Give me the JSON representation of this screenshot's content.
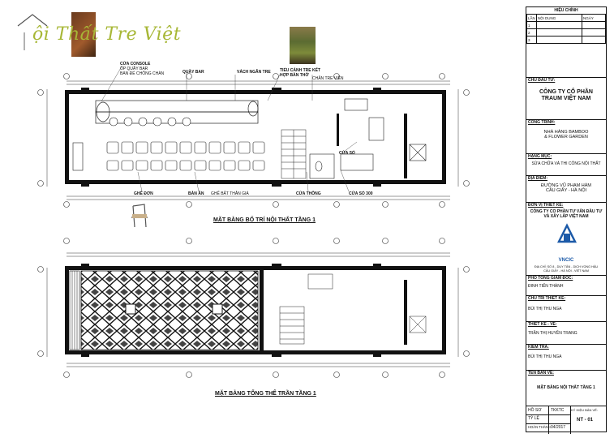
{
  "logo": {
    "text": "ội Thất Tre Việt",
    "icon": "bamboo-house-icon"
  },
  "plan1": {
    "title": "MẶT BẰNG BỐ TRÍ NỘI THẤT TẦNG 1",
    "annotations": [
      "CỬA CONSOLE",
      "ỐP QUẦY BAR",
      "BÀN ĐỂ CHỐNG CHÀN",
      "QUẦY BAR",
      "VÁCH NGĂN TRE",
      "TIỂU CẢNH TRE KẾT HỢP BÀN THỜ",
      "CHÂN TRE VIỀN",
      "GHẾ ĐƠN",
      "BÀN ĂN",
      "GHẾ BẤT THÂN GIÁ",
      "CỬA THÔNG",
      "CỬA SỔ",
      "CỬA SỔ 300"
    ]
  },
  "plan2": {
    "title": "MẶT BẰNG TỔNG THỂ TRẦN TẦNG 1"
  },
  "title_block": {
    "revision_header": "HIỆU CHỈNH",
    "rev_cols": [
      "LẦN",
      "NỘI DUNG",
      "NGÀY"
    ],
    "rev_rows": [
      "1",
      "2",
      "3"
    ],
    "owner_label": "CHỦ ĐẦU TƯ:",
    "owner_line1": "CÔNG TY CỔ PHẦN",
    "owner_line2": "TRAUM VIỆT NAM",
    "project_label": "CÔNG TRÌNH:",
    "project_line1": "NHÀ HÀNG BAMBOO",
    "project_line2": "& FLOWER GARDEN",
    "category_label": "HẠNG MỤC:",
    "category": "SỬA CHỮA VÀ THI CÔNG NỘI THẤT",
    "address_label": "ĐỊA ĐIỂM:",
    "address_line1": "ĐƯỜNG VŨ PHẠM HÀM",
    "address_line2": "CẦU GIẤY - HÀ NỘI",
    "designer_unit_label": "ĐƠN VỊ THIẾT KẾ:",
    "designer_unit_line1": "CÔNG TY CỔ PHẦN TƯ VẤN ĐẦU TƯ",
    "designer_unit_line2": "VÀ XÂY LẮP VIỆT NAM",
    "company_logo_text": "VNCIC",
    "company_address_line1": "ĐỊA CHỈ: SỐ 8 - DUY TÂN - DỊCH VỌNG HẬU",
    "company_address_line2": "CẦU GIẤY - HÀ NỘI - VIỆT NAM",
    "deputy_director_label": "PHÓ TỔNG GIÁM ĐỐC:",
    "deputy_director": "ĐINH TIẾN THÀNH",
    "chief_designer_label": "CHỦ TRÌ THIẾT KẾ:",
    "chief_designer": "BÙI THỊ THU NGA",
    "drafter_label": "THIẾT KẾ - VẼ:",
    "drafter": "TRẦN THỊ HUYỀN TRANG",
    "checker_label": "KIỂM TRA:",
    "checker": "BÙI THỊ THU NGA",
    "drawing_name_label": "TÊN BẢN VẼ:",
    "drawing_name": "MẶT BẰNG NỘI THẤT TẦNG 1",
    "dossier_label": "HỒ SƠ",
    "dossier_value": "TKKTC",
    "sheet_no_label": "KÝ HIỆU BẢN VẼ:",
    "scale_label": "TỶ LỆ",
    "sheet_no": "NT - 01",
    "completed_label": "HOÀN THÀNH",
    "completed_date": "04/2017"
  },
  "colors": {
    "logo_green": "#a7b736",
    "vncic_blue": "#1c5aa8",
    "wall": "#111111"
  }
}
